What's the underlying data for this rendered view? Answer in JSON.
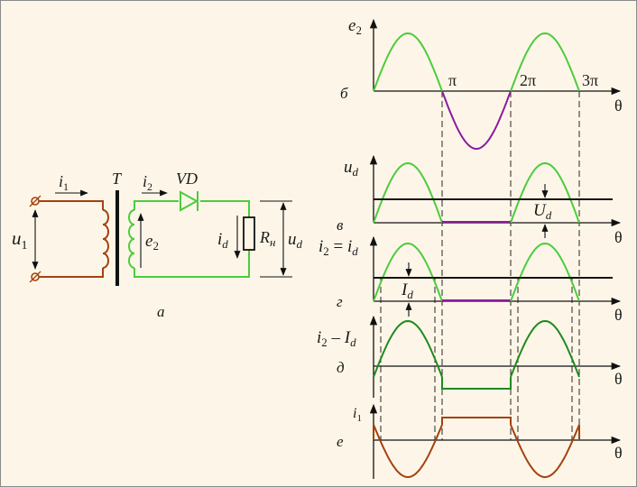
{
  "circuit": {
    "caption": "а",
    "core_label": "T",
    "diode_label": "VD",
    "u1": "u",
    "u1_sub": "1",
    "i1": "i",
    "i1_sub": "1",
    "i2": "i",
    "i2_sub": "2",
    "e2": "e",
    "e2_sub": "2",
    "id": "i",
    "id_sub": "d",
    "rn": "R",
    "rn_sub": "н",
    "ud": "u",
    "ud_sub": "d"
  },
  "graphs": {
    "theta": "θ",
    "pi": "π",
    "two_pi": "2π",
    "three_pi": "3π",
    "b": {
      "letter": "б",
      "ylabel": "e",
      "ysub": "2"
    },
    "v": {
      "letter": "в",
      "ylabel": "u",
      "ysub": "d",
      "level": "U",
      "level_sub": "d"
    },
    "g": {
      "letter": "г",
      "ylabel_a": "i",
      "ylabel_a_sub": "2",
      "ylabel_eq": " = ",
      "ylabel_b": "i",
      "ylabel_b_sub": "d",
      "level": "I",
      "level_sub": "d"
    },
    "d": {
      "letter": "д",
      "ylabel_a": "i",
      "ylabel_a_sub": "2",
      "ylabel_op": " – ",
      "ylabel_b": "I",
      "ylabel_b_sub": "d"
    },
    "e": {
      "letter": "е",
      "ylabel": "i",
      "ysub": "1"
    }
  },
  "colors": {
    "background": "#fdf6e8",
    "secondary_wire": "#4ccc3c",
    "primary_wire": "#a3420f",
    "negative_halfwave": "#8b1a9e",
    "dark_green": "#1f8a1f"
  }
}
